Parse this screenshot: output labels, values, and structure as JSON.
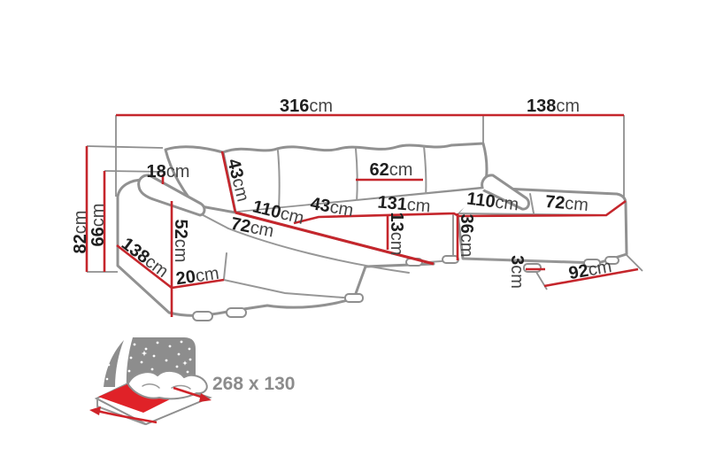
{
  "diagram": {
    "title": "corner-sofa-dimension-diagram",
    "unit_default": "cm",
    "dimensions": {
      "total_width": {
        "value": "316",
        "unit": "cm"
      },
      "right_section_length": {
        "value": "138",
        "unit": "cm"
      },
      "total_height": {
        "value": "82",
        "unit": "cm"
      },
      "backrest_height": {
        "value": "66",
        "unit": "cm"
      },
      "armrest_top_width": {
        "value": "18",
        "unit": "cm"
      },
      "back_cushion_height": {
        "value": "43",
        "unit": "cm"
      },
      "back_cushion_width": {
        "value": "62",
        "unit": "cm"
      },
      "corner_seat_depth": {
        "value": "43",
        "unit": "cm"
      },
      "left_chaise_length": {
        "value": "110",
        "unit": "cm"
      },
      "left_seat_width": {
        "value": "72",
        "unit": "cm"
      },
      "middle_seat_width": {
        "value": "131",
        "unit": "cm"
      },
      "seat_cushion_thickness": {
        "value": "13",
        "unit": "cm"
      },
      "corner_section_height": {
        "value": "36",
        "unit": "cm"
      },
      "right_chaise_length": {
        "value": "110",
        "unit": "cm"
      },
      "right_seat_width": {
        "value": "72",
        "unit": "cm"
      },
      "armrest_height": {
        "value": "52",
        "unit": "cm"
      },
      "left_chaise_depth": {
        "value": "138",
        "unit": "cm"
      },
      "base_height": {
        "value": "20",
        "unit": "cm"
      },
      "right_floor_width": {
        "value": "92",
        "unit": "cm"
      },
      "leg_height": {
        "value": "3",
        "unit": "cm"
      }
    },
    "sleeping_function": {
      "size_label": "268 x 130"
    },
    "colors": {
      "dimension_line": "#c5262c",
      "sofa_outline": "#919191",
      "label_text": "#1f1f1f",
      "icon_gray": "#8d8d8d",
      "mattress_red": "#e02228"
    }
  }
}
